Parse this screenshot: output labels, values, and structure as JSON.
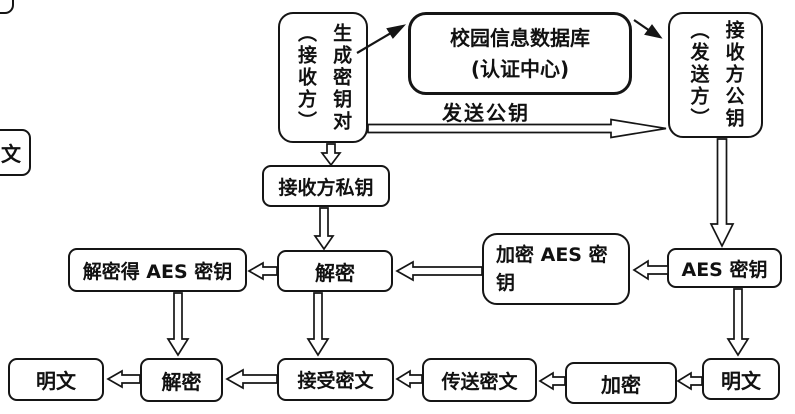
{
  "diagram": {
    "colors": {
      "ink": "#151515",
      "background": "#ffffff"
    },
    "nodes": {
      "fragment_left": {
        "label": "文"
      },
      "gen_keypair": {
        "label": "生成密钥对\n（接收方）"
      },
      "database": {
        "line1": "校园信息数据库",
        "line2": "(认证中心)"
      },
      "recv_pubkey": {
        "label": "接收方公钥\n（发送方）"
      },
      "recv_privkey": {
        "label": "接收方私钥"
      },
      "decrypt_mid": {
        "label": "解密"
      },
      "encrypt_aes_key": {
        "label": "加密 AES 密钥"
      },
      "aes_key": {
        "label": "AES 密钥"
      },
      "decrypted_aes_key": {
        "label": "解密得 AES 密钥"
      },
      "plaintext_left": {
        "label": "明文"
      },
      "decrypt_bottom": {
        "label": "解密"
      },
      "receive_ciphertext": {
        "label": "接受密文"
      },
      "send_ciphertext": {
        "label": "传送密文"
      },
      "encrypt_bottom": {
        "label": "加密"
      },
      "plaintext_right": {
        "label": "明文"
      }
    },
    "edge_labels": {
      "send_public_key": "发送公钥"
    }
  }
}
